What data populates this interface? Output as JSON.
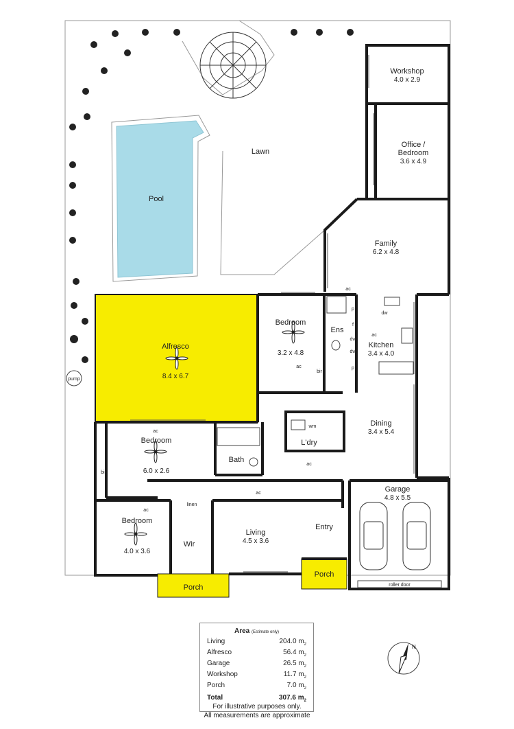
{
  "rooms": {
    "workshop": {
      "name": "Workshop",
      "dims": "4.0 x 2.9"
    },
    "office": {
      "name_line1": "Office /",
      "name_line2": "Bedroom",
      "dims": "3.6 x 4.9"
    },
    "family": {
      "name": "Family",
      "dims": "6.2 x 4.8"
    },
    "lawn": {
      "name": "Lawn"
    },
    "pool": {
      "name": "Pool"
    },
    "alfresco": {
      "name": "Alfresco",
      "dims": "8.4 x 6.7"
    },
    "bedroom_top": {
      "name": "Bedroom",
      "dims": "3.2 x 4.8"
    },
    "ensuite": {
      "name": "Ens"
    },
    "kitchen": {
      "name": "Kitchen",
      "dims": "3.4 x 4.0"
    },
    "bedroom_mid": {
      "name": "Bedroom",
      "dims": "6.0 x 2.6"
    },
    "bath": {
      "name": "Bath"
    },
    "laundry": {
      "name": "L'dry"
    },
    "dining": {
      "name": "Dining",
      "dims": "3.4 x 5.4"
    },
    "bedroom_bottom": {
      "name": "Bedroom",
      "dims": "4.0 x 3.6"
    },
    "wir": {
      "name": "Wir"
    },
    "living": {
      "name": "Living",
      "dims": "4.5 x 3.6"
    },
    "entry": {
      "name": "Entry"
    },
    "garage": {
      "name": "Garage",
      "dims": "4.8 x 5.5"
    },
    "porch_left": {
      "name": "Porch"
    },
    "porch_right": {
      "name": "Porch"
    }
  },
  "fixtures": {
    "pump": "pump",
    "ac": "ac",
    "bir": "bir",
    "linen": "linen",
    "wm": "wm",
    "dw": "dw",
    "p": "p",
    "f": "f",
    "roller_door": "roller door"
  },
  "area_table": {
    "title": "Area",
    "title_note": "(Estimate only)",
    "unit": "m",
    "unit_sup": "2",
    "rows": [
      {
        "label": "Living",
        "value": "204.0"
      },
      {
        "label": "Alfresco",
        "value": "56.4"
      },
      {
        "label": "Garage",
        "value": "26.5"
      },
      {
        "label": "Workshop",
        "value": "11.7"
      },
      {
        "label": "Porch",
        "value": "7.0"
      }
    ],
    "total": {
      "label": "Total",
      "value": "307.6"
    }
  },
  "disclaimer": {
    "line1": "For illustrative purposes only.",
    "line2": "All measurements are approximate"
  },
  "compass_label": "N",
  "colors": {
    "highlight": "#f7ec00",
    "pool": "#a9dbe8",
    "wall": "#1a1a1a",
    "boundary": "#9a9a9a"
  }
}
